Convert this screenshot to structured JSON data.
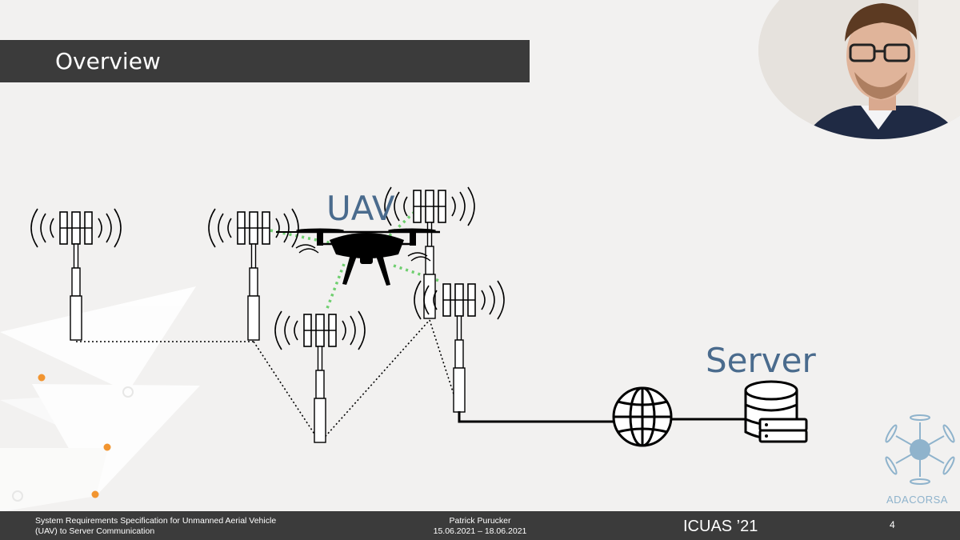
{
  "slide": {
    "title": "Overview",
    "labels": {
      "uav": "UAV",
      "server": "Server"
    }
  },
  "footer": {
    "doc_title_line1": "System Requirements Specification for Unmanned Aerial Vehicle",
    "doc_title_line2": "(UAV) to Server Communication",
    "author": "Patrick Purucker",
    "dates": "15.06.2021 – 18.06.2021",
    "conference": "ICUAS ’21",
    "page": "4"
  },
  "logo": {
    "text": "ADACORSA"
  },
  "colors": {
    "title_bar": "#3b3b3b",
    "label_blue": "#4a6b8d",
    "link_green": "#6fcf6f",
    "orange_dot": "#f28c1c",
    "logo_blue": "#8fb3cc"
  }
}
